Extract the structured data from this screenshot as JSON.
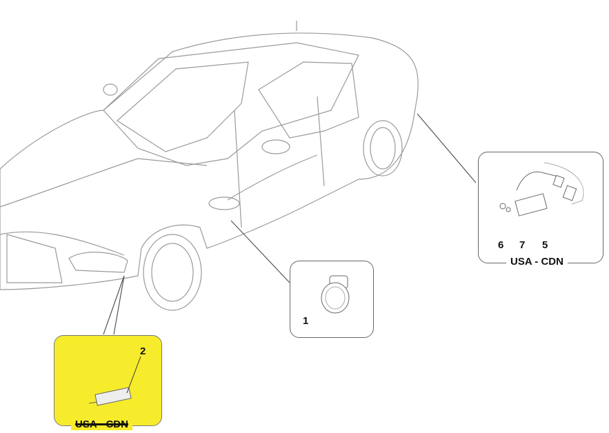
{
  "diagram": {
    "callouts": {
      "part1": "1",
      "part2": "2",
      "part5": "5",
      "part6": "6",
      "part7": "7"
    },
    "captions": {
      "rear_box": "USA - CDN",
      "front_box": "USA - CDN"
    },
    "colors": {
      "highlight": "#f7ec2c",
      "line": "#777777"
    }
  }
}
